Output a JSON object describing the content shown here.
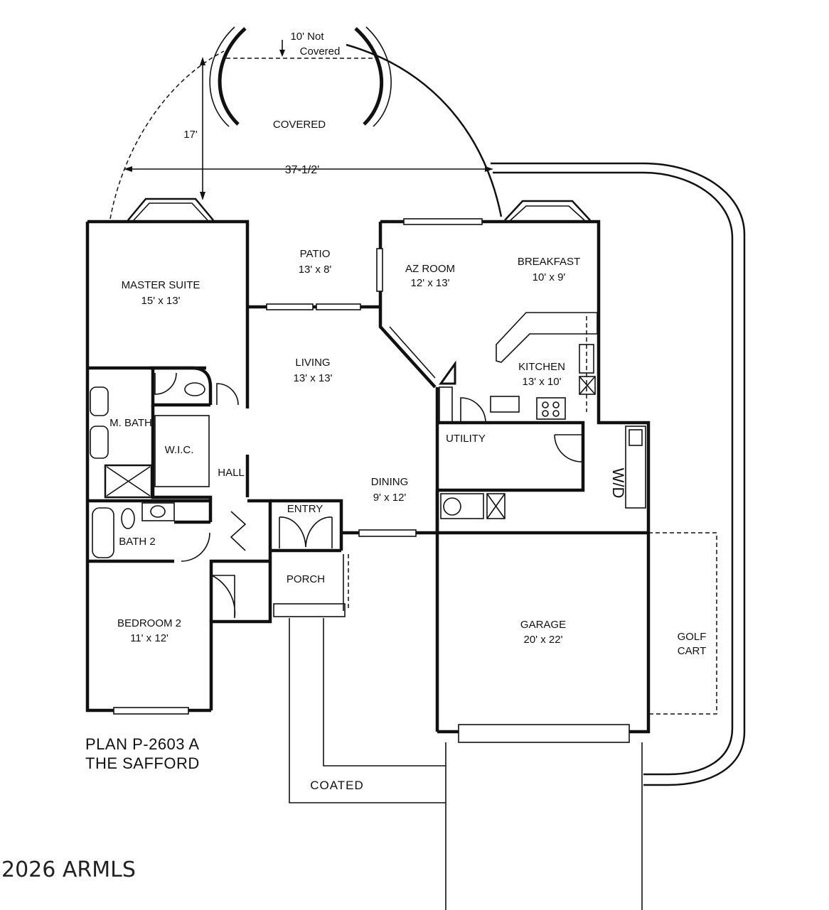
{
  "patio_notes": {
    "not_covered_line1": "10'  Not",
    "not_covered_line2": "Covered",
    "covered": "COVERED",
    "dim_depth": "17'",
    "dim_width": "37-1/2'"
  },
  "rooms": {
    "patio": {
      "name": "PATIO",
      "size": "13' x 8'"
    },
    "master_suite": {
      "name": "MASTER SUITE",
      "size": "15' x 13'"
    },
    "az_room": {
      "name": "AZ ROOM",
      "size": "12' x 13'"
    },
    "breakfast": {
      "name": "BREAKFAST",
      "size": "10' x 9'"
    },
    "living": {
      "name": "LIVING",
      "size": "13' x 13'"
    },
    "kitchen": {
      "name": "KITCHEN",
      "size": "13' x 10'"
    },
    "m_bath": {
      "name": "M. BATH"
    },
    "wic": {
      "name": "W.I.C."
    },
    "hall": {
      "name": "HALL"
    },
    "utility": {
      "name": "UTILITY"
    },
    "dining": {
      "name": "DINING",
      "size": "9' x 12'"
    },
    "entry": {
      "name": "ENTRY"
    },
    "bath2": {
      "name": "BATH 2"
    },
    "porch": {
      "name": "PORCH"
    },
    "bedroom2": {
      "name": "BEDROOM 2",
      "size": "11' x 12'"
    },
    "garage": {
      "name": "GARAGE",
      "size": "20' x 22'"
    },
    "golf_cart": {
      "line1": "GOLF",
      "line2": "CART"
    },
    "wd": {
      "name": "W/D"
    }
  },
  "plan": {
    "line1": "PLAN  P-2603 A",
    "line2": "THE SAFFORD"
  },
  "walkway": {
    "label": "COATED"
  },
  "watermark": "2026 ARMLS"
}
